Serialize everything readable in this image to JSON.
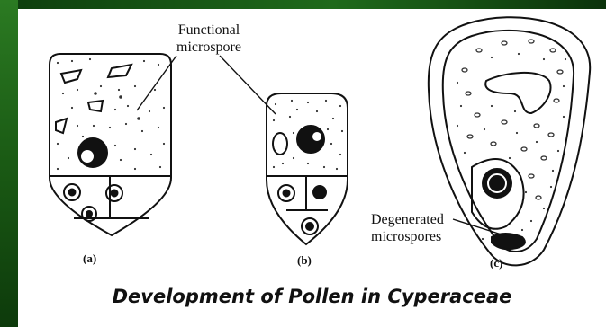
{
  "caption": "Development of Pollen in Cyperaceae",
  "labels": {
    "functional": "Functional",
    "microspore": "microspore",
    "degenerated": "Degenerated",
    "microspores": "microspores"
  },
  "panels": {
    "a": "(a)",
    "b": "(b)",
    "c": "(c)"
  },
  "colors": {
    "band_dark": "#0d3d0d",
    "band_light": "#2b7a22",
    "ink": "#111111"
  }
}
